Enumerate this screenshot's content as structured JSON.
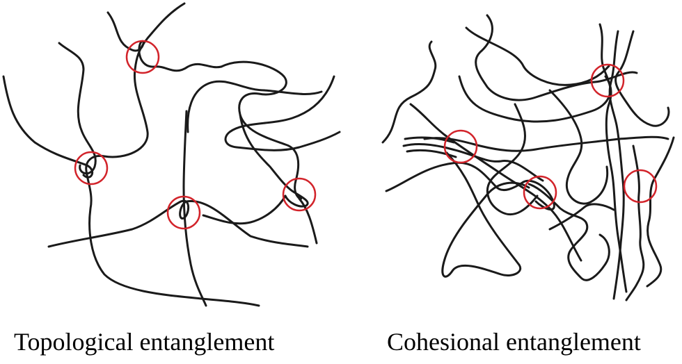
{
  "panels": [
    {
      "caption": "Topological entanglement",
      "chain_color": "#1a1a1a",
      "marker_color": "#d2232a",
      "entanglement_count": 4
    },
    {
      "caption": "Cohesional entanglement",
      "chain_color": "#1a1a1a",
      "marker_color": "#d2232a",
      "entanglement_count": 4
    }
  ]
}
